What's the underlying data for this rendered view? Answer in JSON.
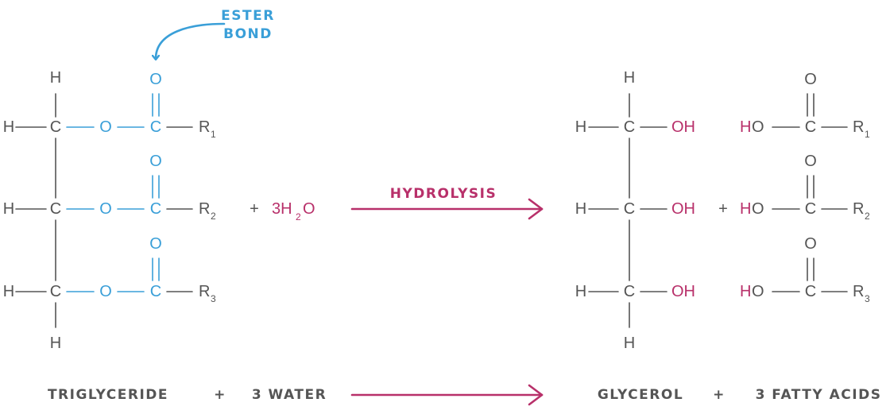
{
  "colors": {
    "atom": "#555555",
    "ester": "#3a9fd8",
    "hydroxyl": "#b8306a",
    "arrow": "#b8306a",
    "label": "#555555"
  },
  "annotation": {
    "line1": "ESTER",
    "line2": "BOND"
  },
  "atoms": {
    "H": "H",
    "C": "C",
    "O": "O",
    "OH": "OH",
    "HO_H": "H",
    "HO_O": "O"
  },
  "r_groups": {
    "symbol": "R",
    "subscripts": [
      "1",
      "2",
      "3"
    ]
  },
  "water": {
    "plus": "+",
    "coef": "3H",
    "sub": "2",
    "tail": "O"
  },
  "products_plus": "+",
  "reaction": {
    "arrow_label": "HYDROLYSIS"
  },
  "bottom": {
    "triglyceride": "TRIGLYCERIDE",
    "plus1": "+",
    "water": "3 WATER",
    "glycerol": "GLYCEROL",
    "plus2": "+",
    "fatty_acids": "3 FATTY ACIDS"
  },
  "icons": {
    "annotation_arrow": "curved-arrow-icon",
    "reaction_arrow": "right-arrow-icon"
  }
}
